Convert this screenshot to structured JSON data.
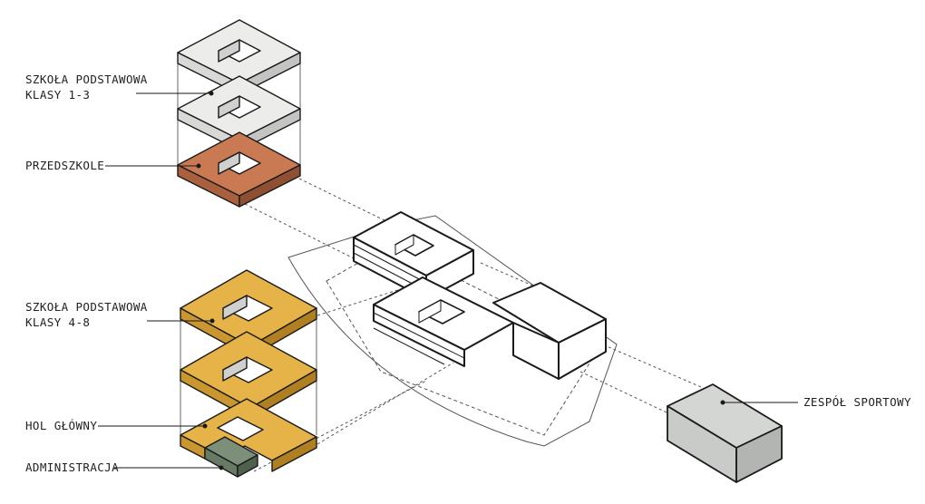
{
  "labels": {
    "primary_1_3_line1": "SZKOŁA PODSTAWOWA",
    "primary_1_3_line2": "KLASY 1-3",
    "preschool": "PRZEDSZKOLE",
    "primary_4_8_line1": "SZKOŁA PODSTAWOWA",
    "primary_4_8_line2": "KLASY 4-8",
    "main_hall": "HOL GŁÓWNY",
    "administration": "ADMINISTRACJA",
    "sports_complex": "ZESPÓŁ SPORTOWY"
  },
  "colors": {
    "primary_1_3": "#ececea",
    "preschool": "#c97a52",
    "primary_4_8": "#e5b347",
    "administration": "#667a64",
    "sports_complex": "#c9cbc8",
    "outline": "#1a1a1a"
  }
}
